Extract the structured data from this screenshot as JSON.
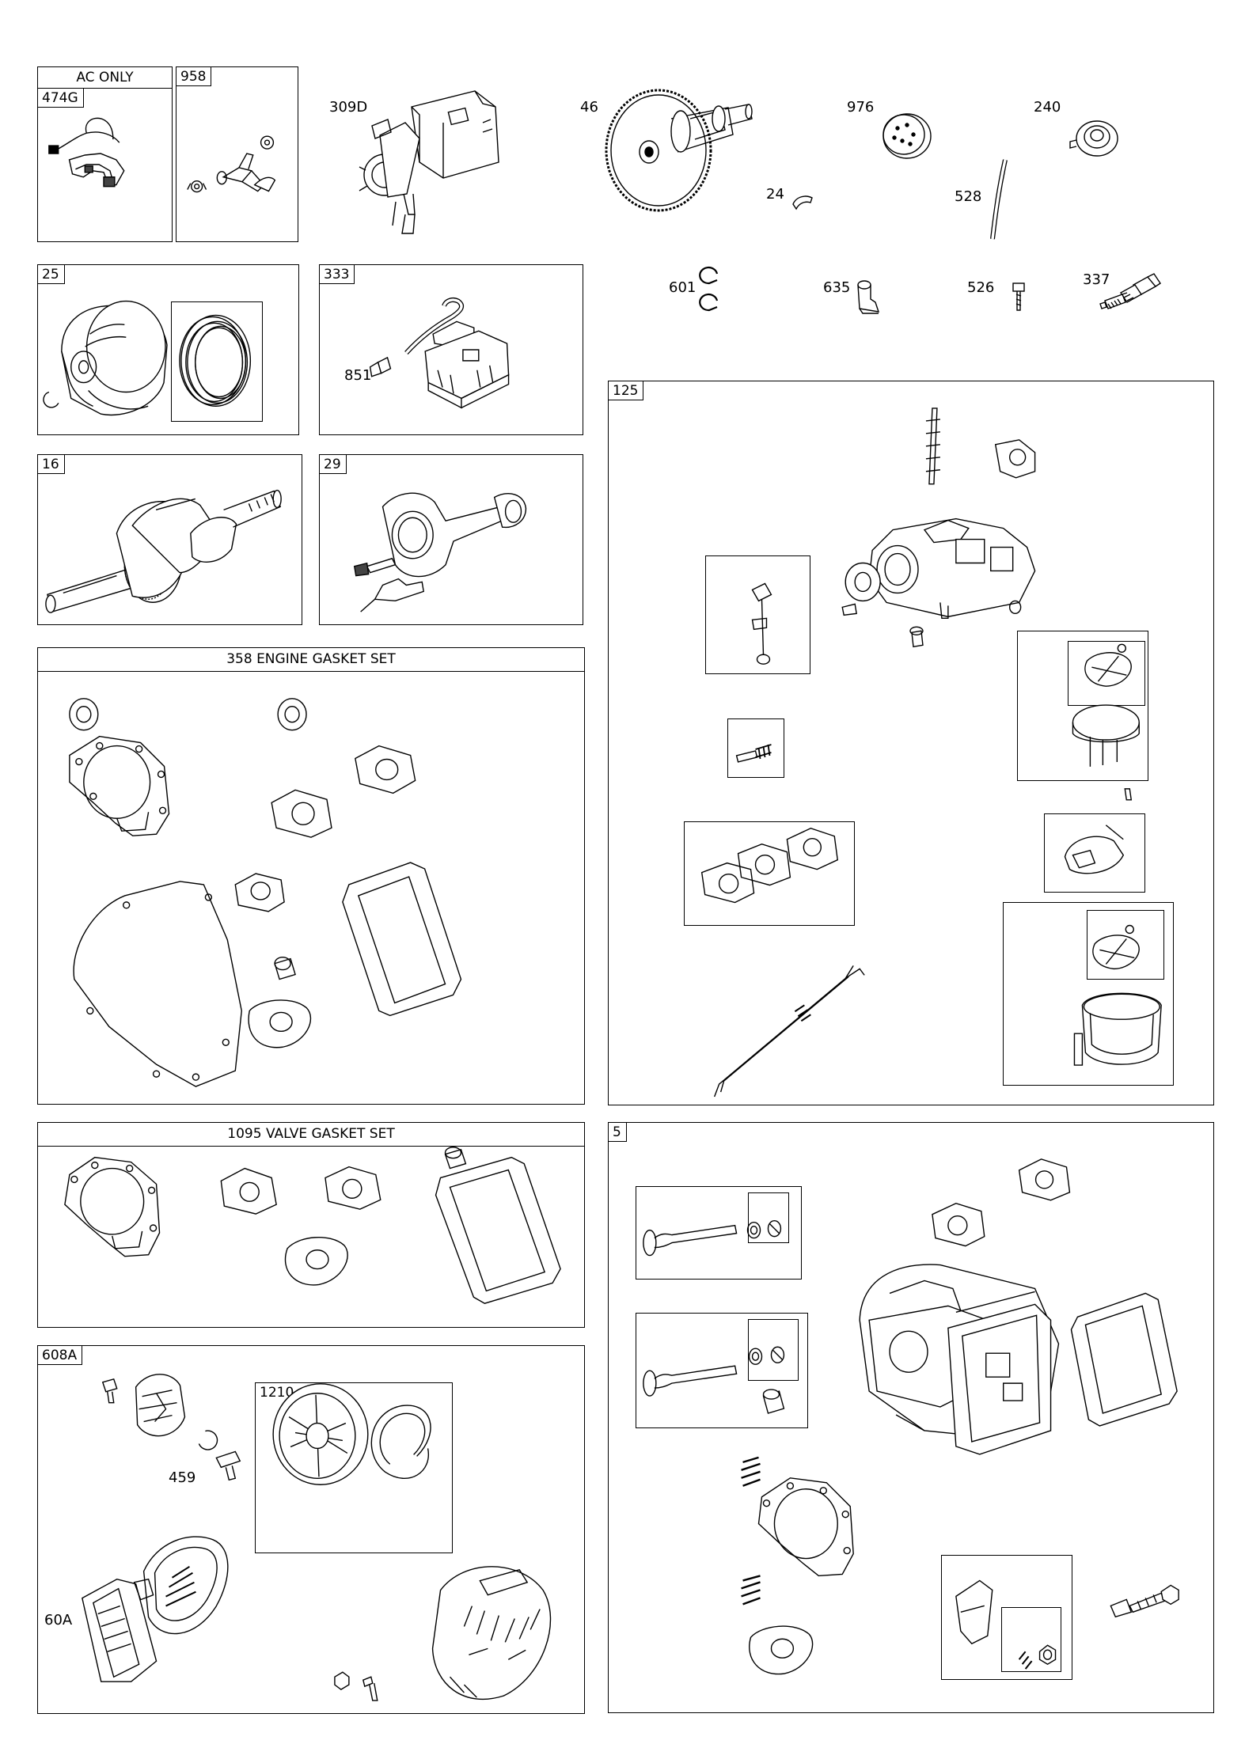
{
  "boxes": {
    "b474g": {
      "header": "AC ONLY",
      "tag": "474G"
    },
    "b958": {
      "tag": "958"
    },
    "b25": {
      "tag": "25"
    },
    "b333": {
      "tag": "333",
      "callout": "851"
    },
    "b16": {
      "tag": "16"
    },
    "b29": {
      "tag": "29"
    },
    "b358": {
      "header": "358 ENGINE GASKET SET"
    },
    "b125": {
      "tag": "125"
    },
    "b1095": {
      "header": "1095 VALVE GASKET SET"
    },
    "b608a": {
      "tag": "608A",
      "callouts": [
        "459",
        "60A"
      ],
      "inner_tag": "1210"
    },
    "b5": {
      "tag": "5"
    }
  },
  "free_labels": [
    "309D",
    "46",
    "976",
    "240",
    "24",
    "528",
    "601",
    "635",
    "526",
    "337"
  ]
}
